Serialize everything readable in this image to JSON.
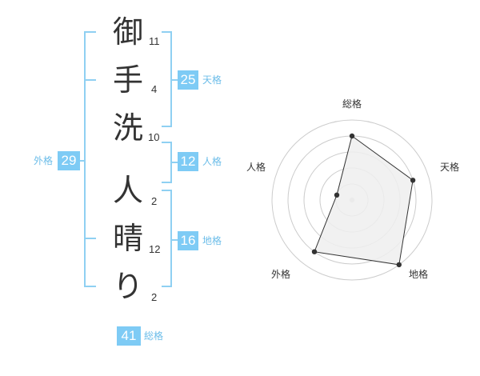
{
  "name": {
    "chars": [
      "御",
      "手",
      "洗",
      "人",
      "晴",
      "り"
    ],
    "strokes": [
      "11",
      "4",
      "10",
      "2",
      "12",
      "2"
    ]
  },
  "scores": {
    "tenkaku": {
      "value": "25",
      "label": "天格"
    },
    "jinkaku": {
      "value": "12",
      "label": "人格"
    },
    "chikaku": {
      "value": "16",
      "label": "地格"
    },
    "gaikaku": {
      "value": "29",
      "label": "外格"
    },
    "soukaku": {
      "value": "41",
      "label": "総格"
    }
  },
  "colors": {
    "accent": "#7ecbf5",
    "bracket": "#8fd0f2",
    "label": "#6cbde9"
  },
  "chart_data": {
    "type": "radar",
    "axes": [
      "総格",
      "天格",
      "地格",
      "外格",
      "人格"
    ],
    "values": [
      4,
      4,
      5,
      4,
      1
    ],
    "rmax": 5,
    "rings": 5
  }
}
